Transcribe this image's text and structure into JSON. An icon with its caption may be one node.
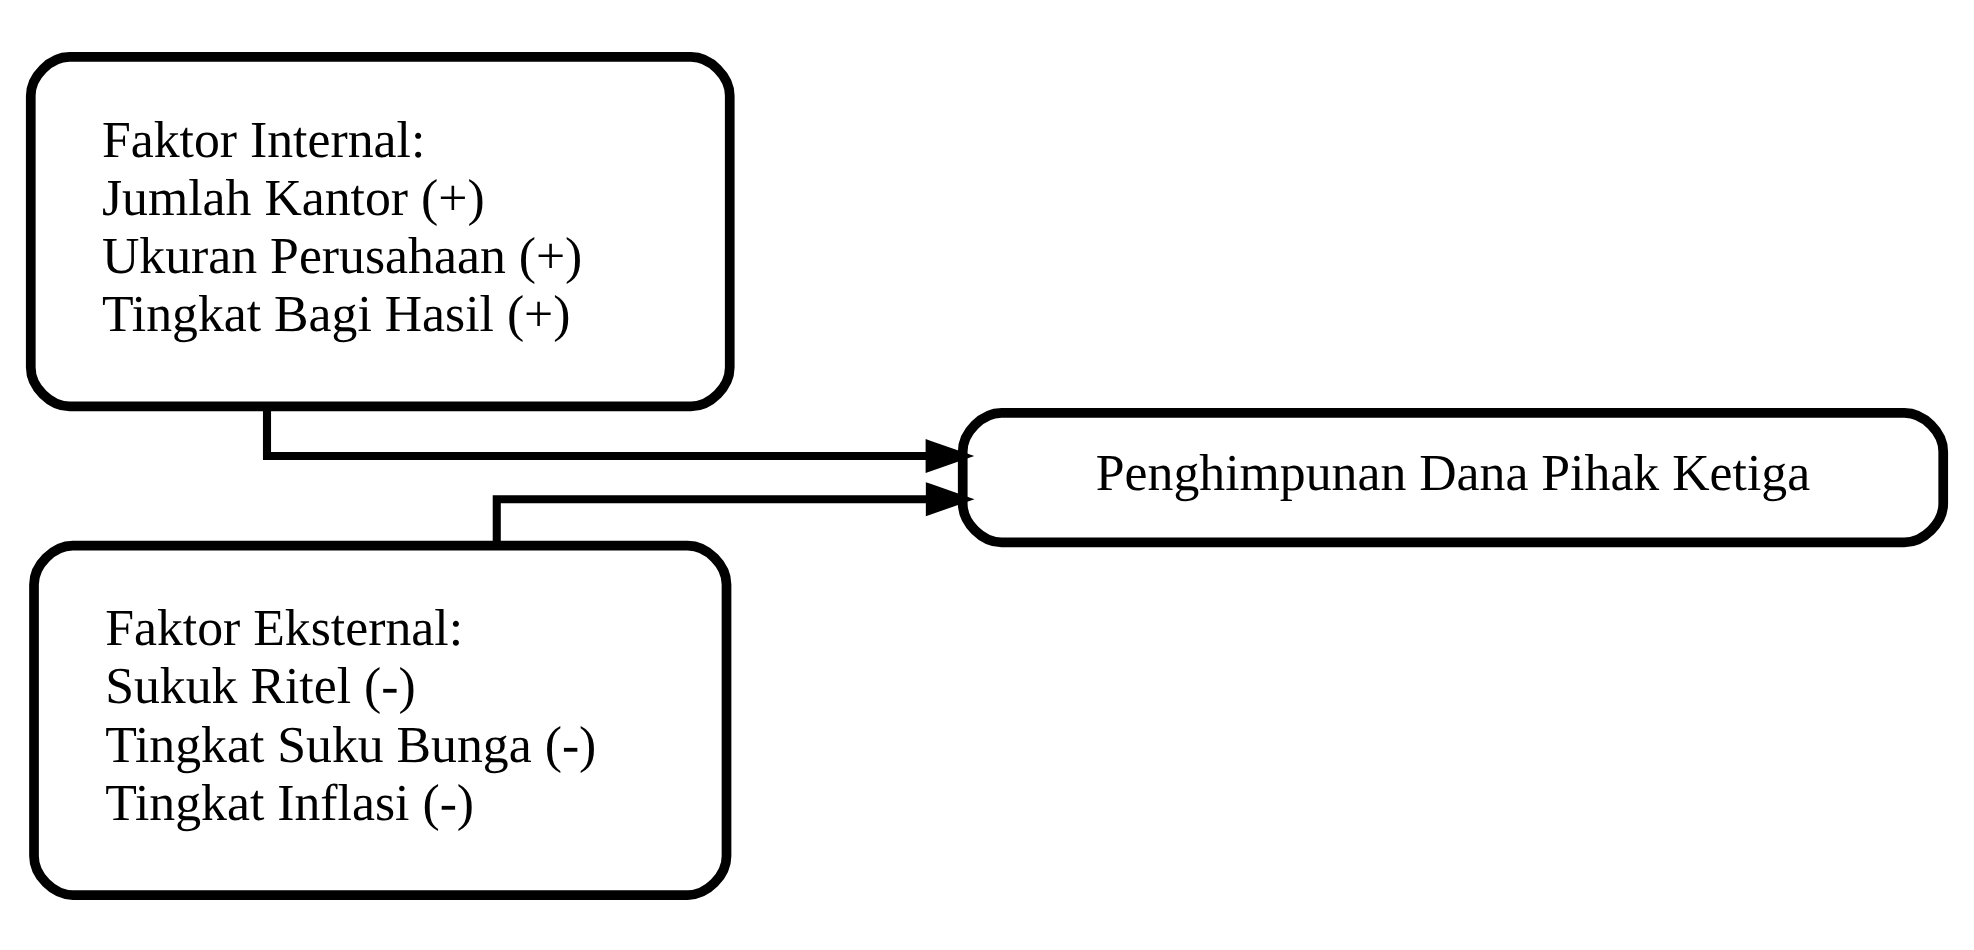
{
  "diagram": {
    "nodes": [
      {
        "text": [
          "Faktor Internal:",
          "Jumlah Kantor (+)",
          "Ukuran Perusahaan (+)",
          "Tingkat Bagi Hasil (+)"
        ]
      },
      {
        "text": [
          "Faktor Eksternal:",
          "Sukuk Ritel (-)",
          "Tingkat Suku Bunga (-)",
          "Tingkat Inflasi (-)"
        ]
      },
      {
        "text": [
          "Penghimpunan Dana Pihak Ketiga"
        ]
      }
    ],
    "edges": [
      {
        "from": 0,
        "to": 2,
        "arrow": "to"
      },
      {
        "from": 1,
        "to": 2,
        "arrow": "to"
      }
    ]
  }
}
